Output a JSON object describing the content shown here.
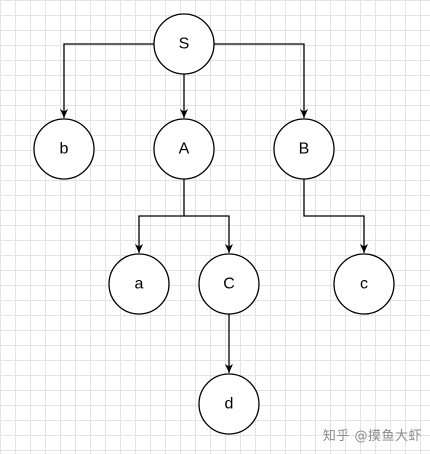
{
  "diagram": {
    "type": "tree",
    "nodes": [
      {
        "id": "S",
        "label": "S"
      },
      {
        "id": "b",
        "label": "b"
      },
      {
        "id": "A",
        "label": "A"
      },
      {
        "id": "B",
        "label": "B"
      },
      {
        "id": "a",
        "label": "a"
      },
      {
        "id": "C",
        "label": "C"
      },
      {
        "id": "c",
        "label": "c"
      },
      {
        "id": "d",
        "label": "d"
      }
    ],
    "edges": [
      {
        "from": "S",
        "to": "b"
      },
      {
        "from": "S",
        "to": "A"
      },
      {
        "from": "S",
        "to": "B"
      },
      {
        "from": "A",
        "to": "a"
      },
      {
        "from": "A",
        "to": "C"
      },
      {
        "from": "B",
        "to": "c"
      },
      {
        "from": "C",
        "to": "d"
      }
    ]
  },
  "watermark": {
    "text": "知乎 @摸鱼大虾"
  }
}
